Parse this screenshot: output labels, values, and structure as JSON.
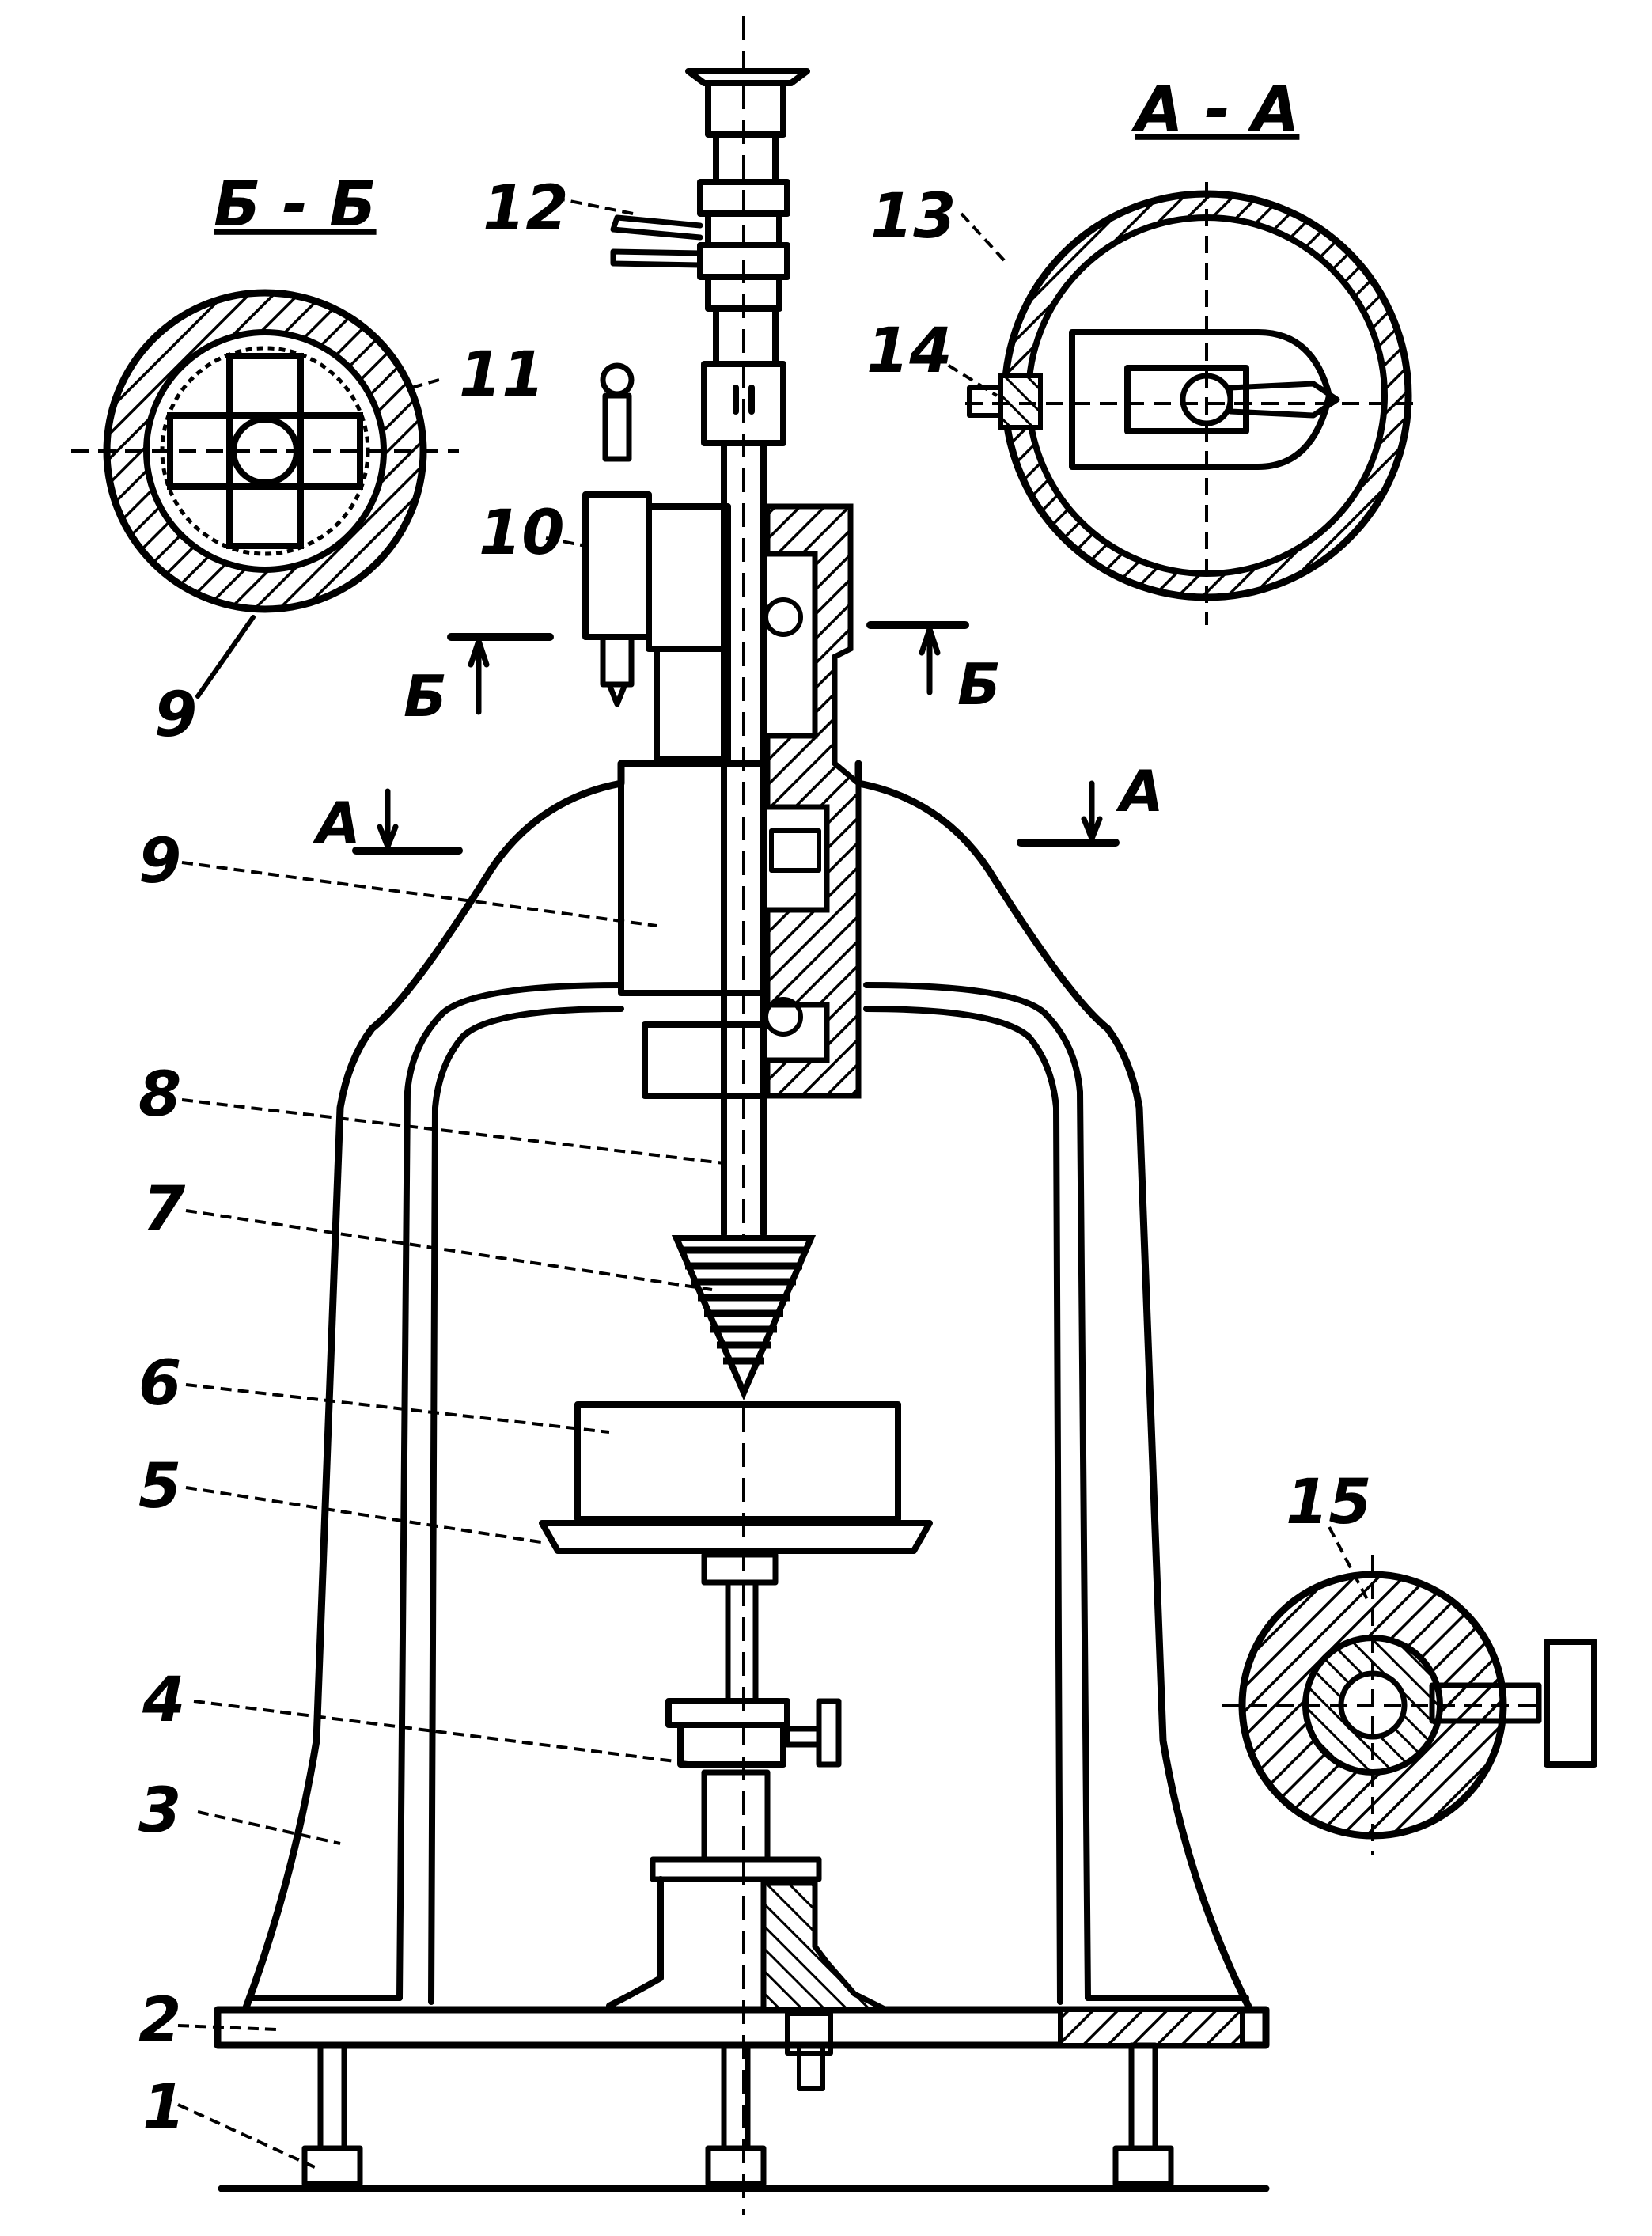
{
  "colors": {
    "ink": "#000000",
    "paper": "#ffffff"
  },
  "section_titles": {
    "bb": "Б - Б",
    "aa": "А - А"
  },
  "section_marks": {
    "b_left": "Б",
    "b_right": "Б",
    "a_left": "А",
    "a_right": "А"
  },
  "parts": {
    "p1": "1",
    "p2": "2",
    "p3": "3",
    "p4": "4",
    "p5": "5",
    "p6": "6",
    "p7": "7",
    "p8": "8",
    "p9_main": "9",
    "p9_detail": "9",
    "p10": "10",
    "p11": "11",
    "p12": "12",
    "p13": "13",
    "p14": "14",
    "p15": "15"
  }
}
